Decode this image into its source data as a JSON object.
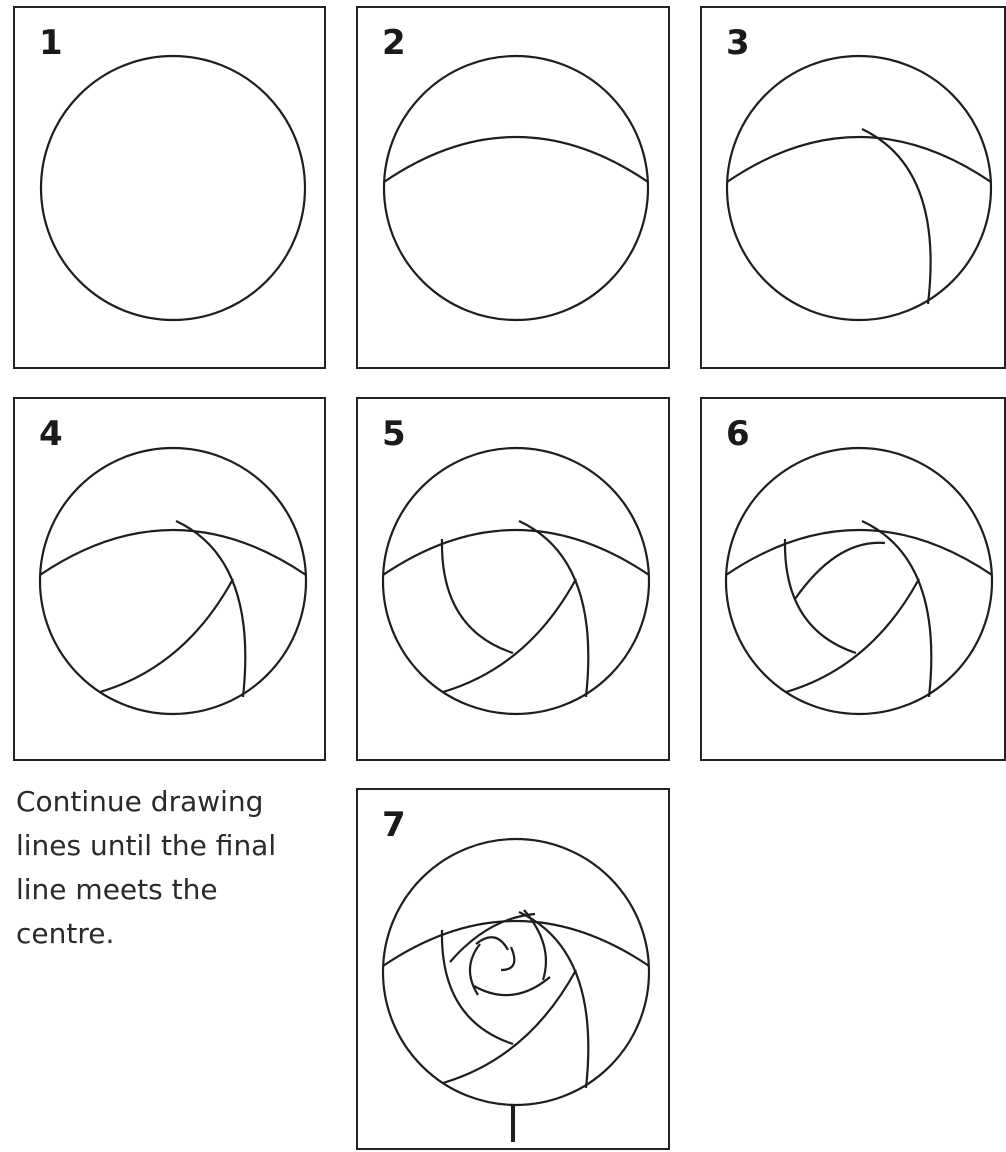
{
  "steps": [
    {
      "number": "1"
    },
    {
      "number": "2"
    },
    {
      "number": "3"
    },
    {
      "number": "4"
    },
    {
      "number": "5"
    },
    {
      "number": "6"
    },
    {
      "number": "7"
    }
  ],
  "instruction": "Continue drawing lines until  the final line meets the centre.",
  "colors": {
    "line": "#1e1e1e",
    "background": "#ffffff"
  }
}
